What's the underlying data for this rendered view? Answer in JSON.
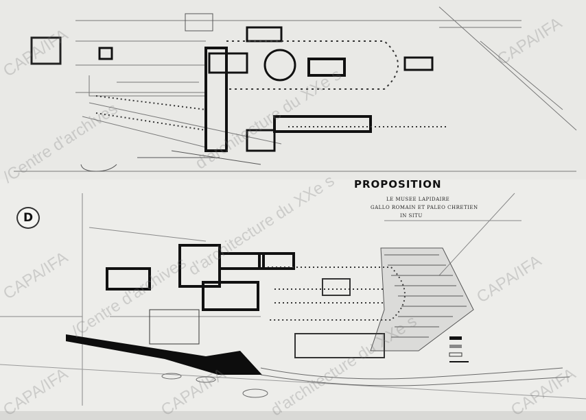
{
  "proposal": {
    "title": "PROPOSITION",
    "line1": "LE MUSEE LAPIDAIRE",
    "line2": "GALLO ROMAIN ET PALEO CHRETIEN",
    "line3": "IN SITU",
    "badge": "D"
  },
  "watermark": {
    "text_a": "CAPA/IFA/Centre d'archives du XXe s",
    "text_b": "/Centre d'archives",
    "text_c": "d'architecture du XXe s",
    "text_d": "CAPA/IFA"
  },
  "colors": {
    "ink": "#111111",
    "paper": "#efefec",
    "hatch": "#555555"
  }
}
